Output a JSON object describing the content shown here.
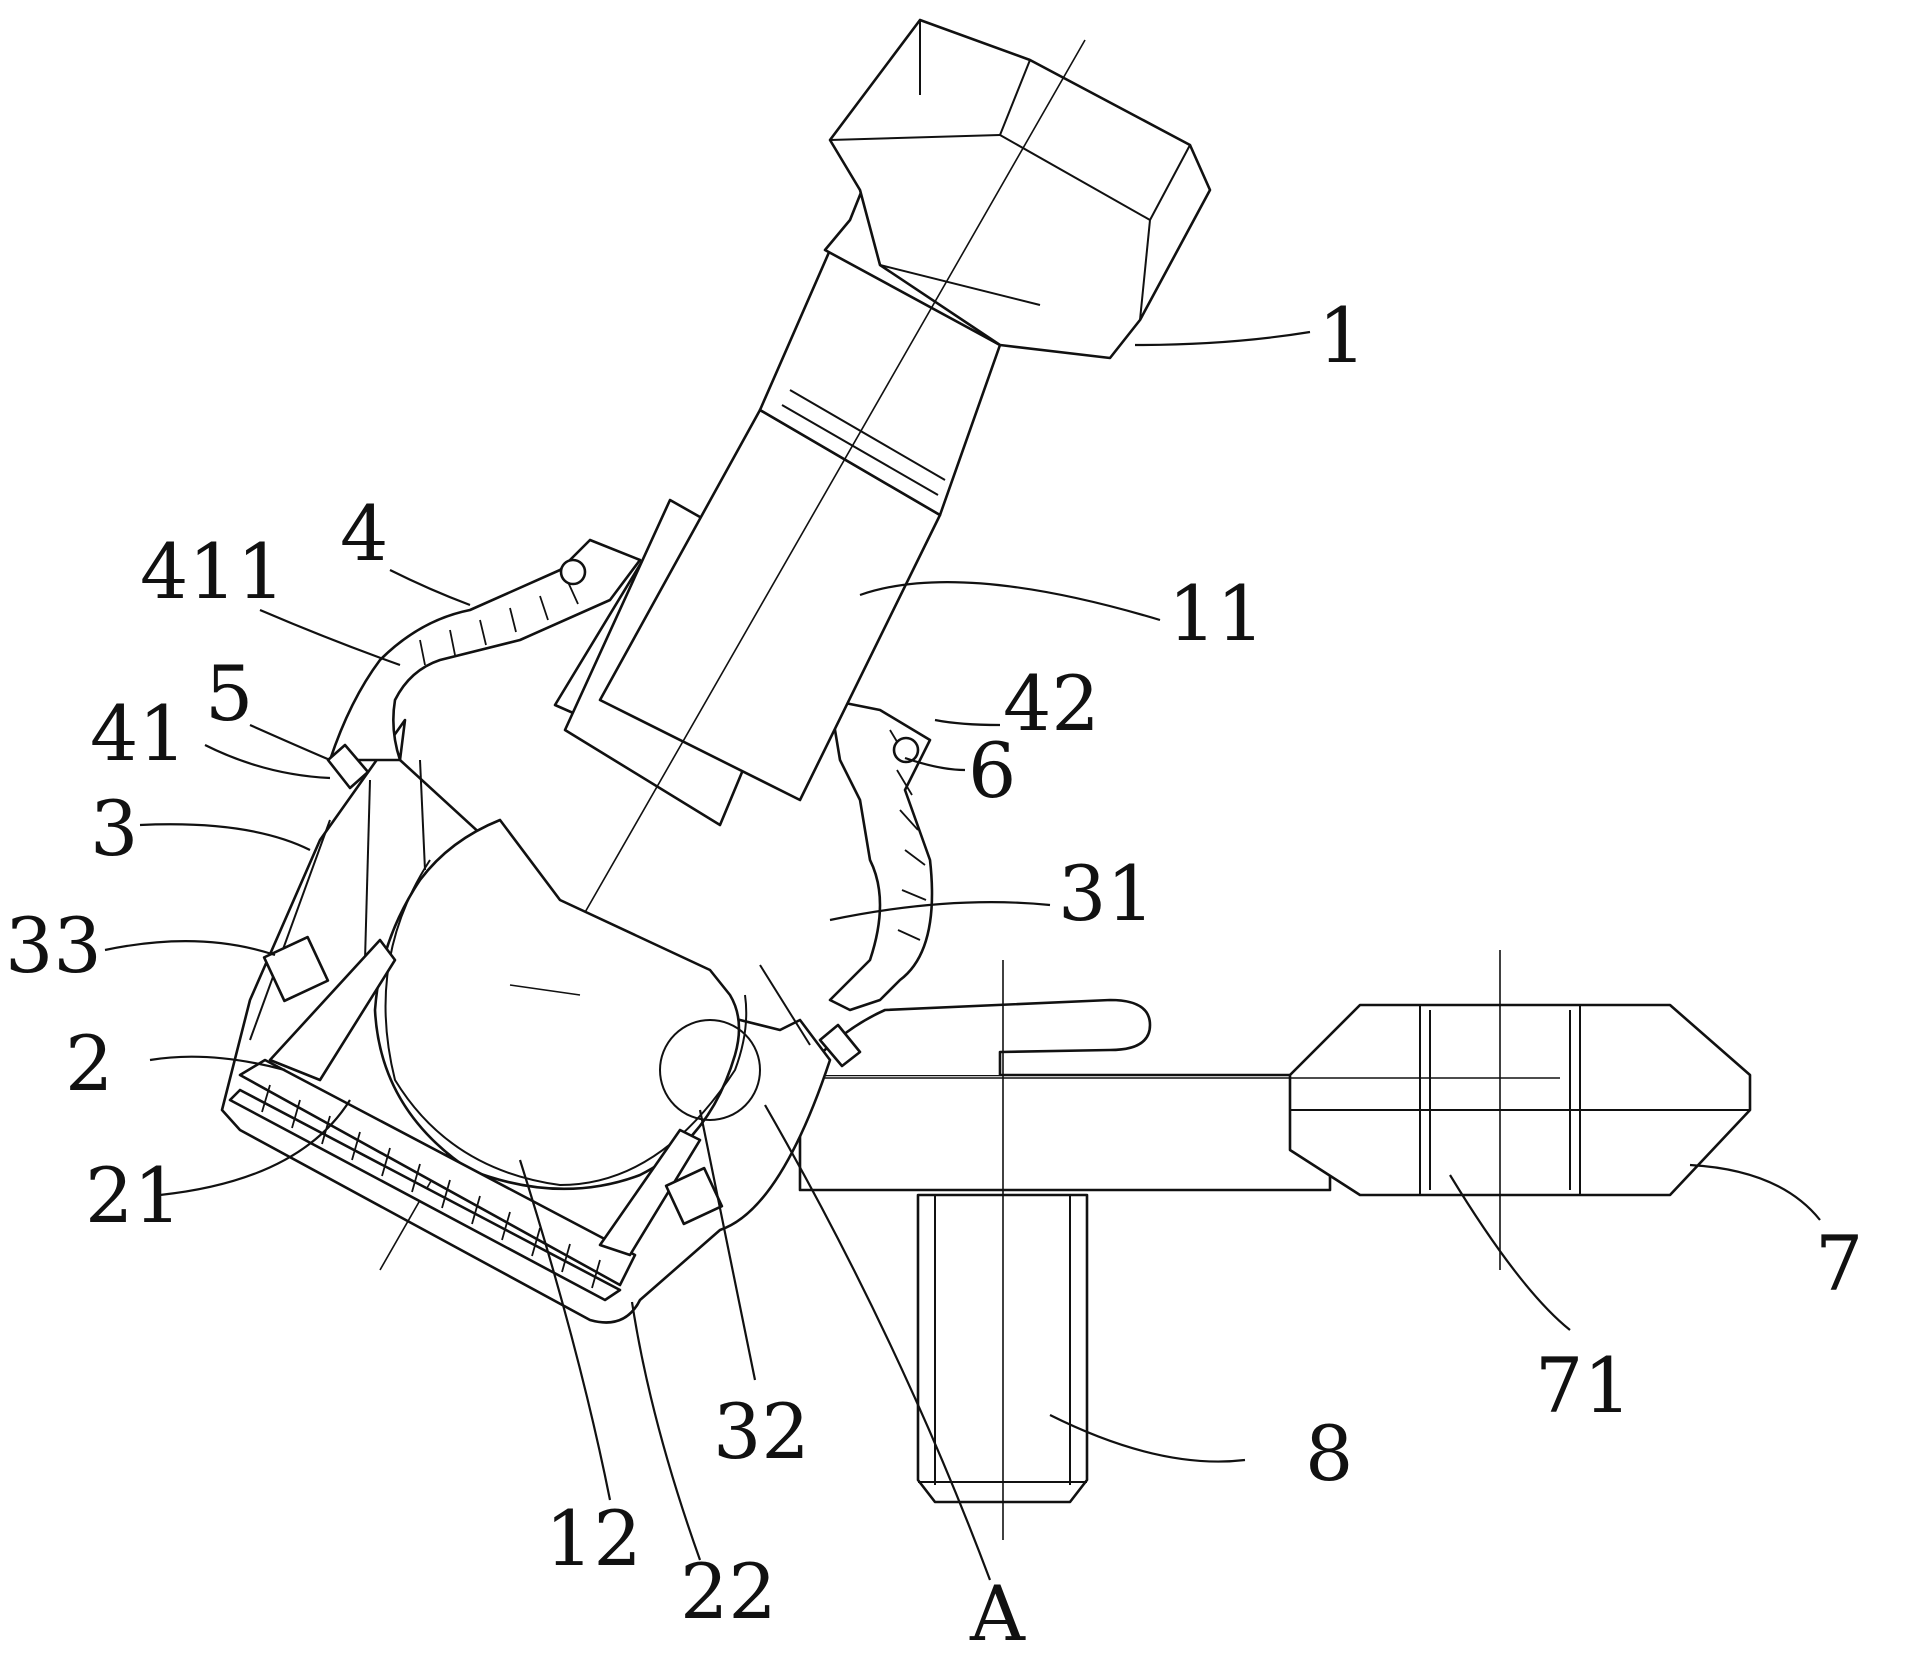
{
  "labels": {
    "l1": "1",
    "l11": "11",
    "l4": "4",
    "l411": "411",
    "l5": "5",
    "l41": "41",
    "l42": "42",
    "l6": "6",
    "l3": "3",
    "l31": "31",
    "l33": "33",
    "l2": "2",
    "l21": "21",
    "l7": "7",
    "l71": "71",
    "l8": "8",
    "l32": "32",
    "l12": "12",
    "l22": "22",
    "lA": "A"
  }
}
